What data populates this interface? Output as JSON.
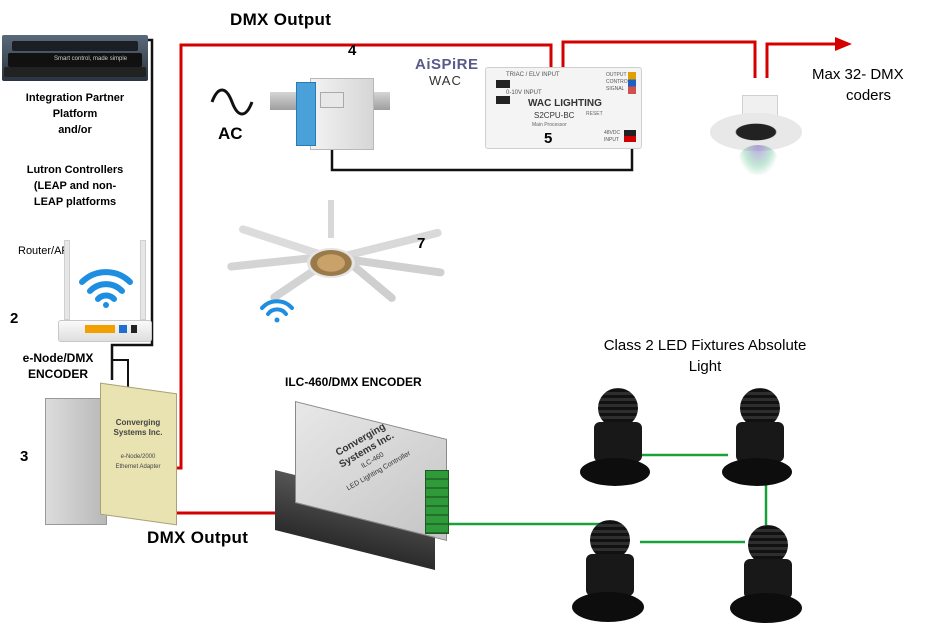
{
  "labels": {
    "integration": [
      "Integration Partner",
      "Platform",
      "and/or"
    ],
    "lutron": [
      "Lutron Controllers",
      "(LEAP and non-",
      "LEAP platforms"
    ],
    "router": "Router/AP",
    "node_number": "2",
    "enode": [
      "e-Node/DMX",
      "ENCODER"
    ],
    "enode_number": "3",
    "ac": "AC",
    "psu_number": "4",
    "proc_number": "5",
    "fan_number": "7",
    "dmx_top": "DMX  Output",
    "dmx_bottom": "DMX  Output",
    "max32": [
      "Max 32- DMX",
      "coders"
    ],
    "ilc": "ILC-460/DMX ENCODER",
    "fixtures": [
      "Class 2 LED Fixtures Absolute",
      "Light"
    ]
  },
  "brands": {
    "aispire": "AiSPiRE",
    "wac": "WAC",
    "wac_lighting": "WAC LIGHTING",
    "proc_model": "S2CPU-BC",
    "proc_sub": "Main Processor",
    "proc_reset": "RESET",
    "proc_in1": "TRIAC / ELV INPUT",
    "proc_in2": "0-10V INPUT",
    "proc_out1": "OUTPUT",
    "proc_out2": "CONTROL",
    "proc_out3": "SIGNAL",
    "proc_pw1": "48VDC",
    "proc_pw2": "INPUT",
    "enode_brand1": "Converging",
    "enode_brand2": "Systems Inc.",
    "enode_model": "e-Node/2000",
    "enode_sub": "Ethernet Adapter",
    "ilc_brand1": "Converging",
    "ilc_brand2": "Systems Inc.",
    "ilc_model": "ILC-460",
    "ilc_sub": "LED Lighting Controller",
    "platform_tag": "Smart control, made simple"
  },
  "colors": {
    "dmx_wire": "#d40000",
    "control_wire": "#111111",
    "fixture_link": "#1aa13a",
    "wifi_blue": "#1e8fe0"
  }
}
